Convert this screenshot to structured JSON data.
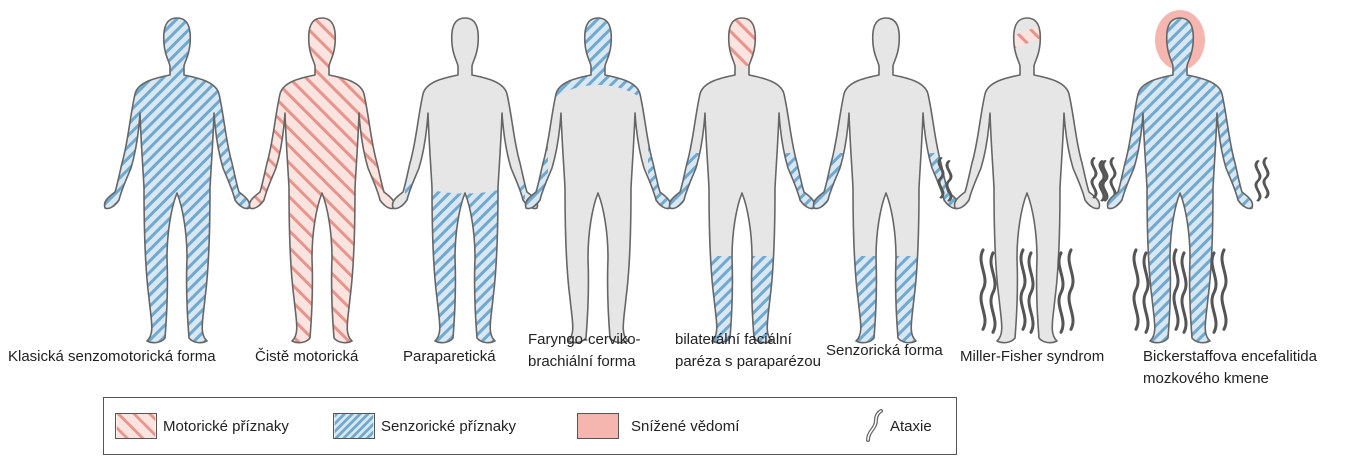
{
  "figures": [
    {
      "caption": "Klasická senzomotorická forma"
    },
    {
      "caption": "Čistě motorická"
    },
    {
      "caption": "Paraparetická"
    },
    {
      "caption": "Faryngo-cerviko-brachiální forma"
    },
    {
      "caption": "bilaterální faciální paréza s paraparézou"
    },
    {
      "caption": "Senzorická forma"
    },
    {
      "caption": "Miller-Fisher syndrom"
    },
    {
      "caption": "Bickerstaffova encefalitida mozkového kmene"
    }
  ],
  "captions_display": [
    [
      "Klasická senzomotorická forma"
    ],
    [
      "Čistě motorická"
    ],
    [
      "Paraparetická"
    ],
    [
      "Faryngo-cerviko-",
      "brachiální forma"
    ],
    [
      "bilaterální faciální",
      "paréza s paraparézou"
    ],
    [
      "Senzorická forma"
    ],
    [
      "Miller-Fisher syndrom"
    ],
    [
      "Bickerstaffova encefalitida",
      "mozkového kmene"
    ]
  ],
  "legend": {
    "motor": "Motorické příznaky",
    "sensory": "Senzorické příznaky",
    "consciousness": "Snížené vědomí",
    "ataxia": "Ataxie"
  },
  "colors": {
    "body_fill": "#e6e6e6",
    "outline": "#666666",
    "motor_stripe": "#e8948a",
    "motor_bg": "#fbe3df",
    "sensory_stripe": "#6fa9cf",
    "sensory_bg": "#d8e7f1",
    "consciousness": "#f6b6b0",
    "ataxia": "#555555"
  }
}
